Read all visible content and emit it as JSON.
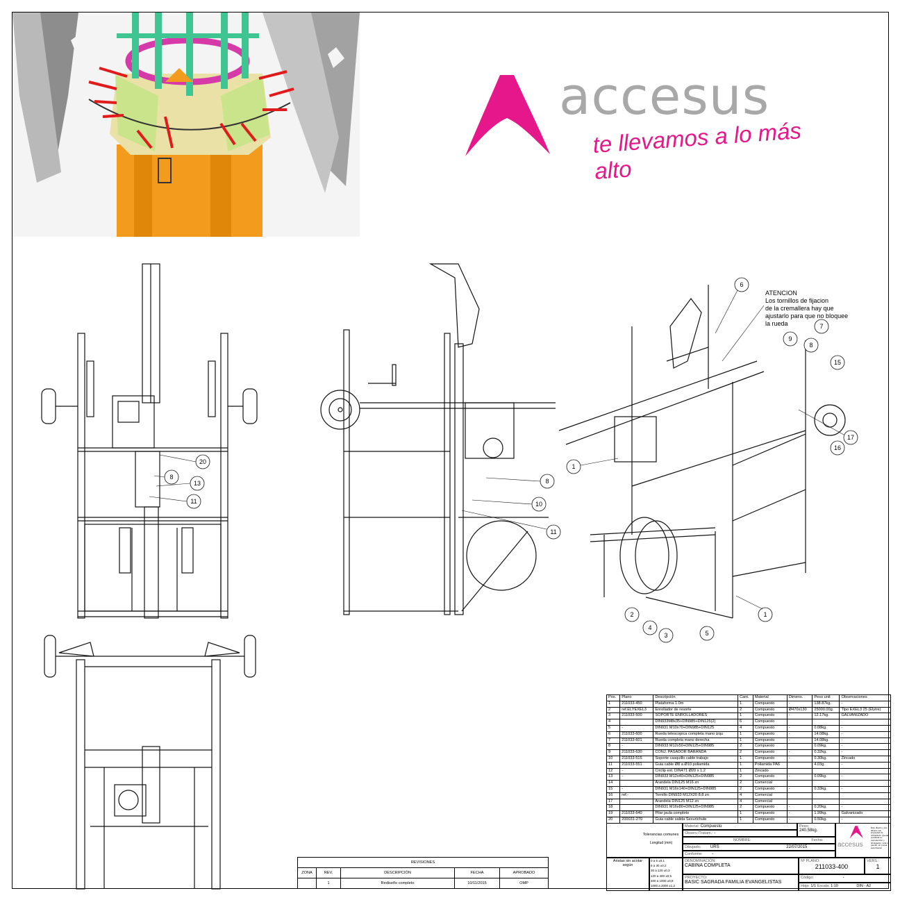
{
  "brand": {
    "name": "accesus",
    "tagline": "te llevamos a lo más alto",
    "pink": "#e6178a",
    "gray": "#a8a8a8"
  },
  "render_colors": {
    "frame": "#3fc592",
    "pink_ring": "#d63aa8",
    "brick": "#e9e1a6",
    "column": "#f29b1c",
    "marker": "#e11b1b"
  },
  "warning": {
    "line1": "ATENCION",
    "line2": "Los tornillos de fijacion",
    "line3": "de la cremallera hay que",
    "line4": "ajustarlo para que no bloquee",
    "line5": "la rueda"
  },
  "callouts": {
    "front": [
      "20",
      "8",
      "13",
      "11"
    ],
    "side": [
      "8",
      "10",
      "11"
    ],
    "iso": [
      "6",
      "7",
      "9",
      "8",
      "15",
      "17",
      "16",
      "1",
      "2",
      "4",
      "3",
      "5",
      "1"
    ]
  },
  "bom": {
    "headers": [
      "Pos.",
      "Plano",
      "Descripción",
      "Cant.",
      "Material",
      "Dimens.",
      "Peso unit",
      "Observaciones"
    ],
    "rows": [
      [
        "1",
        "211033-450",
        "Plataforma 1.0m",
        "1",
        "Compuesto",
        "-",
        "138.87kg.",
        "-"
      ],
      [
        "2",
        "ref.ELYEXEL3",
        "Enrollador de resorte",
        "2",
        "Compuesto",
        "Ø470x130",
        "25000.00g.",
        "Tipo EXEL3 25 (Elytre)"
      ],
      [
        "3",
        "211033-500",
        "SOPORTE ENROLLADORES",
        "1",
        "Compuesto",
        "-",
        "12.17kg.",
        "GALVANIZADO"
      ],
      [
        "4",
        "",
        "DIN933M8x35+DIN985+DIN125(2)",
        "6",
        "Compuesto",
        "",
        "",
        ""
      ],
      [
        "5",
        "-",
        "DIN931 M10x70+DIN985+DIN125",
        "4",
        "Compuesto",
        "-",
        "0.08kg.",
        "-"
      ],
      [
        "6",
        "211033-600",
        "Rueda telescopica completa mano izqu",
        "1",
        "Compuesto",
        "-",
        "14.08kg.",
        "-"
      ],
      [
        "7",
        "211033-601",
        "Rueda completa mano derecha",
        "1",
        "Compuesto",
        "-",
        "14.08kg.",
        "-"
      ],
      [
        "8",
        "-",
        "DIN933 M12x50+DIN125+DIN985",
        "2",
        "Compuesto",
        "",
        "0.09kg.",
        "-"
      ],
      [
        "9",
        "211033-630",
        "CONJ. PASADOR BARANDA",
        "2",
        "Compuesto",
        "-",
        "0.32kg.",
        "-"
      ],
      [
        "10",
        "211033-515",
        "Soporte casquillo cable trabajo",
        "1",
        "Compuesto",
        "-",
        "0.30kg.",
        "Zincado"
      ],
      [
        "11",
        "211033-551",
        "Guia cable Ø8 a Ø10 poliamida",
        "1",
        "Poliamida PA6",
        "",
        "4.03g.",
        "-"
      ],
      [
        "12",
        "-",
        "Circlip ext. DIN471 Ø20 x 1,2",
        "1",
        "Zincado",
        "",
        "",
        ""
      ],
      [
        "13",
        "-",
        "DIN933 M12x40+DIN125+DIN985",
        "2",
        "Compuesto",
        "-",
        "0.09kg.",
        "-"
      ],
      [
        "14",
        "",
        "Arandela DIN125 M16 zn",
        "2",
        "Comercial",
        "",
        "",
        ""
      ],
      [
        "15",
        "-",
        "DIN931 M16x140+DIN125+DIN985",
        "2",
        "Compuesto",
        "-",
        "0.33kg.",
        "-"
      ],
      [
        "16",
        "ref.-",
        "Tornillo DIN933 M12X20 8.8 zn",
        "4",
        "Comercial",
        "",
        "",
        ""
      ],
      [
        "17",
        "",
        "Arandela DIN125 M12 zn",
        "4",
        "Comercial",
        "",
        "",
        ""
      ],
      [
        "18",
        "",
        "DIN931 M16x80+DIN125+DIN985",
        "2",
        "Compuesto",
        "-",
        "0.20kg.",
        "-"
      ],
      [
        "19",
        "211033-640",
        "Pilar jaula completo",
        "1",
        "Compuesto",
        "-",
        "1.99kg.",
        "Galvanizado"
      ],
      [
        "20",
        "200031-270",
        "Guia cable salida Securichute",
        "1",
        "Compuesto",
        "-",
        "0.50kg.",
        "-"
      ]
    ]
  },
  "revisions": {
    "title": "REVISIONES",
    "headers": [
      "ZONA",
      "REV.",
      "DESCRIPCIÓN",
      "FECHA",
      "APROBADO"
    ],
    "row": [
      "",
      "1",
      "Rediseño completo",
      "10/11/2015",
      "OMP"
    ]
  },
  "title_block": {
    "material_label": "Material:",
    "material": "Compuesto",
    "observ_label": "Observ./Tratam.:",
    "observ": "-",
    "peso_label": "Peso:",
    "peso": "240.58kg.",
    "nombre_label": "NOMBRE:",
    "fecha_label": "Fecha:",
    "dibujado_label": "Dibujado:",
    "dibujado": "URS",
    "fecha": "22/07/2015",
    "conforme_label": "Conforme:",
    "conforme": "-",
    "denominacion_label": "DENOMINACIÓN:",
    "denominacion": "CABINA COMPLETA",
    "proyecto_label": "PROYECTO:",
    "proyecto": "BASIC SAGRADA FAMILIA EVANGELISTAS",
    "plano_label": "Nº PLANO:",
    "plano": "211033-400",
    "vers_label": "VERS.:",
    "vers": "1",
    "codigo_label": "Código:",
    "codigo": "-",
    "hoja_label": "Hoja:",
    "hoja": "1/1",
    "escala_label": "Escala:",
    "escala": "1:10",
    "formato": "DIN - A2",
    "tolerancias": "Tolerancias comunes",
    "longitud": "Longitud (mm)",
    "aristas": "Aristas sin acotar según",
    "tol_values": [
      [
        "0 a 6",
        "±0,1"
      ],
      [
        "6 a 30",
        "±0,2"
      ],
      [
        "30 a 120",
        "±0,3"
      ],
      [
        "120 a 400",
        "±0,5"
      ],
      [
        "400 a 1000",
        "±0,8"
      ],
      [
        "1000 a 2000",
        "±1,2"
      ]
    ],
    "small_print": "Este diseño y sus dibujos son propiedad de ACCESUS. Queda prohibida su reproducción y divulgación, total o parcial, sin previa autorización."
  }
}
